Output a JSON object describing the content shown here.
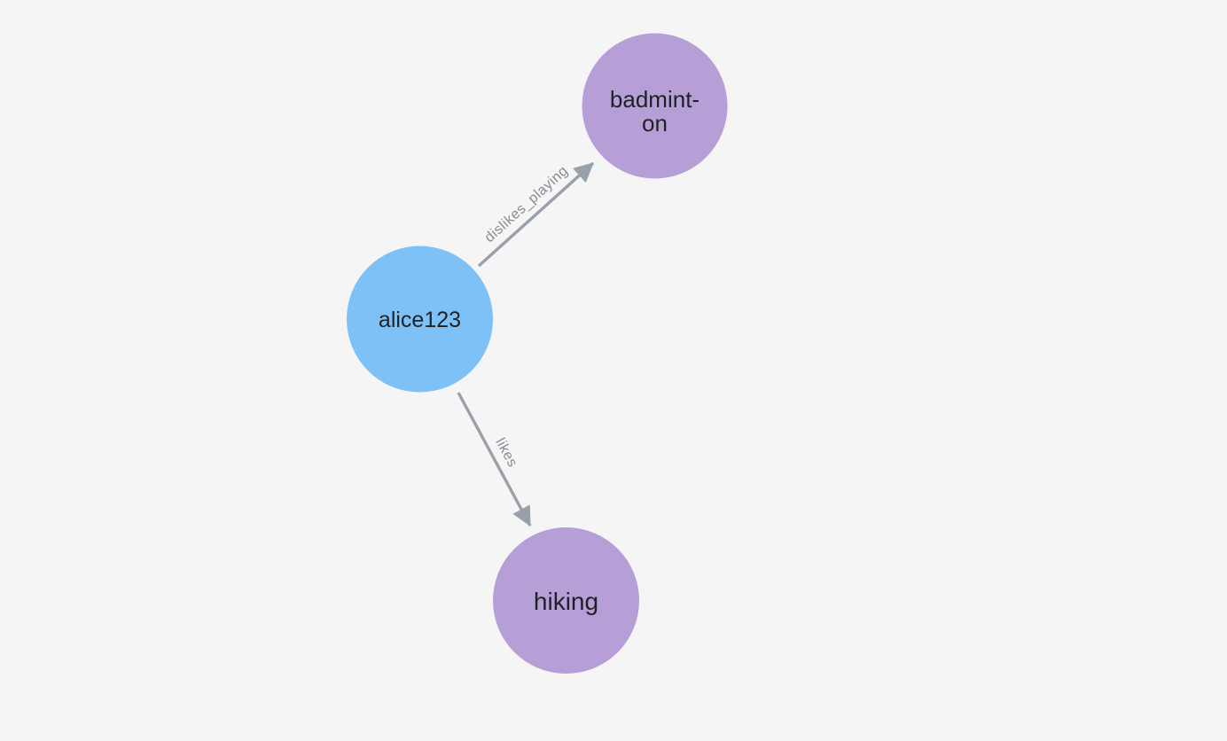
{
  "canvas": {
    "background_color": "#f4f5f4"
  },
  "graph": {
    "nodes": [
      {
        "id": "alice123",
        "label": "alice123",
        "lines": [
          "alice123"
        ],
        "fill": "#7dc1f7",
        "label_color": "#1e2227"
      },
      {
        "id": "badminton",
        "label": "badminton",
        "lines": [
          "badmint-",
          "on"
        ],
        "fill": "#b69ed6",
        "label_color": "#1e2227"
      },
      {
        "id": "hiking",
        "label": "hiking",
        "lines": [
          "hiking"
        ],
        "fill": "#b69ed6",
        "label_color": "#1e2227"
      }
    ],
    "edges": [
      {
        "source": "alice123",
        "target": "badminton",
        "label": "dislikes_playing"
      },
      {
        "source": "alice123",
        "target": "hiking",
        "label": "likes"
      }
    ],
    "style": {
      "edge_color": "#9aa0a9",
      "edge_label_color": "#868c94"
    }
  }
}
